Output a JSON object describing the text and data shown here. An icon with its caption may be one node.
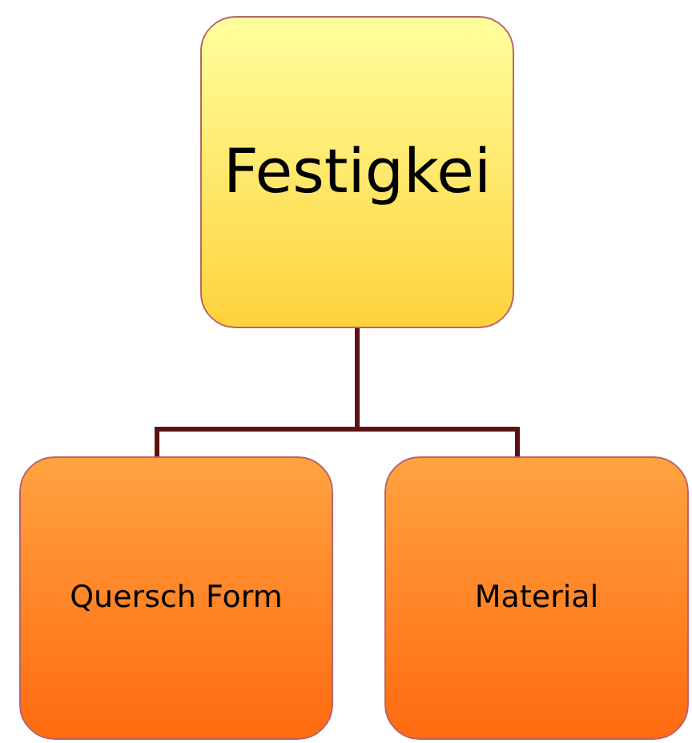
{
  "diagram": {
    "nodes": [
      {
        "text": [
          "Festigkei"
        ]
      },
      {
        "text": [
          "Quersch Form"
        ]
      },
      {
        "text": [
          "Material"
        ]
      }
    ],
    "edges": [
      {
        "from": 0,
        "to": 1,
        "arrow": "none"
      },
      {
        "from": 0,
        "to": 2,
        "arrow": "none"
      }
    ]
  }
}
